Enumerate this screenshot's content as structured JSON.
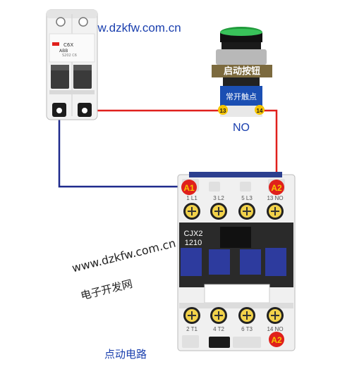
{
  "watermark_top": "www.dzkfw.com.cn",
  "watermark_mid": "www.dzkfw.com.cn",
  "watermark_cn": "电子开发网",
  "caption": "点动电路",
  "breaker": {
    "brand": "ABB",
    "model": "C6X",
    "fine_print": "S202 C6"
  },
  "button": {
    "label": "启动按钮",
    "contact_label": "常开触点",
    "terminal_a": "13",
    "terminal_b": "14",
    "state": "NO"
  },
  "contactor": {
    "model_line1": "CJX2",
    "model_line2": "1210",
    "coil_a1": "A1",
    "coil_a2_top": "A2",
    "coil_a2_bottom": "A2",
    "top_terminals": [
      "1 L1",
      "3 L2",
      "5 L3",
      "13 NO"
    ],
    "bottom_terminals": [
      "2 T1",
      "4 T2",
      "6 T3",
      "14 NO"
    ]
  },
  "colors": {
    "wire_red": "#e0201c",
    "wire_blue": "#1e2a8c",
    "accent_yellow": "#f5c400",
    "watermark_blue": "#1a3fae"
  }
}
